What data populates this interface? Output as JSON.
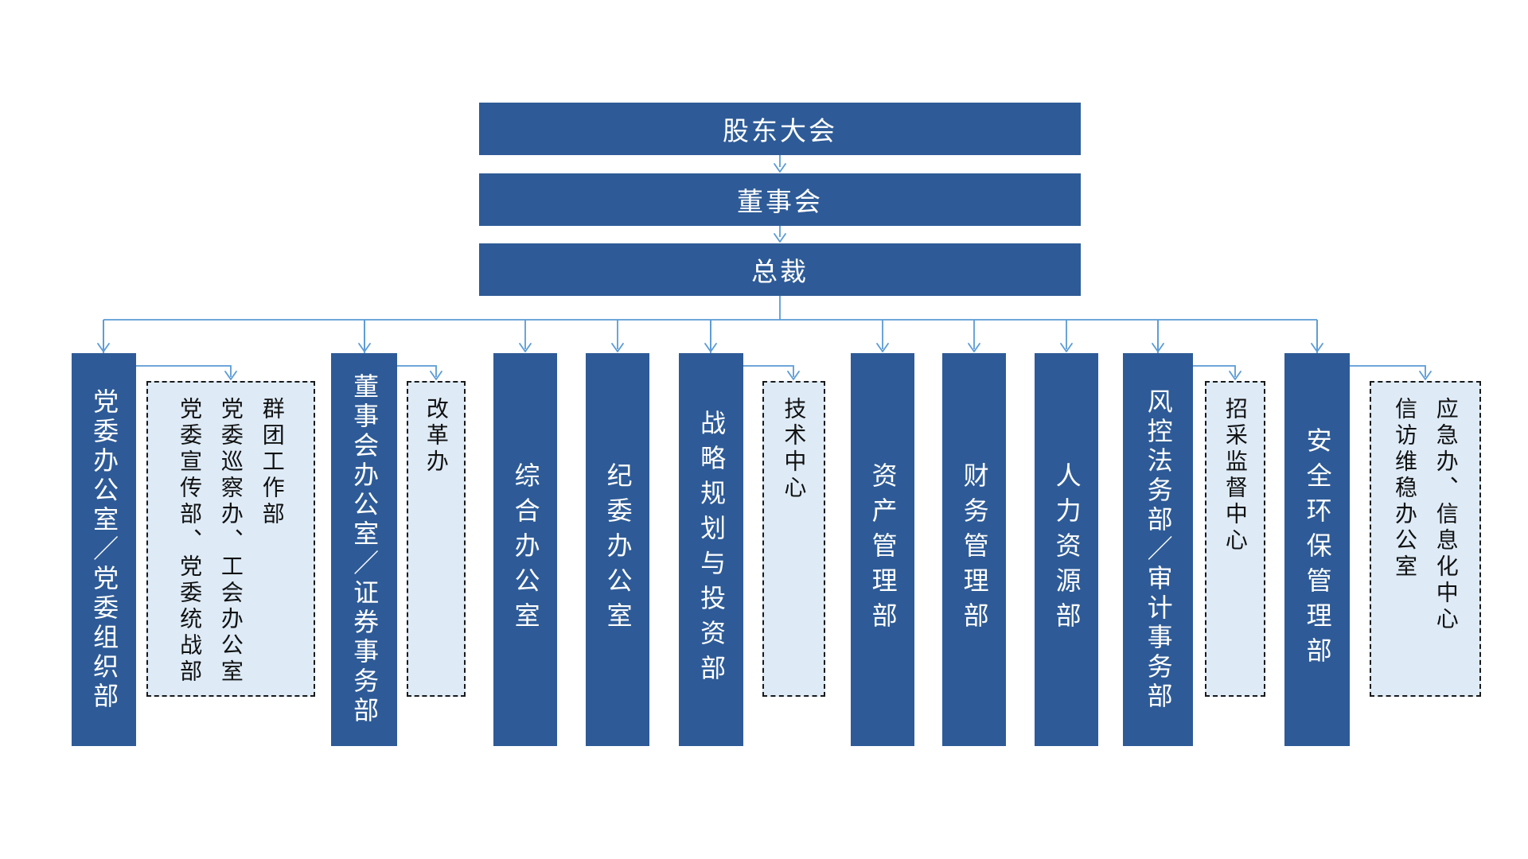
{
  "colors": {
    "solid_fill": "#2E5B97",
    "solid_text": "#FFFFFF",
    "dashed_fill": "#DEEBF7",
    "dashed_border": "#1A1A1A",
    "dashed_text": "#111111",
    "connector": "#5B9BD5"
  },
  "hierarchy": [
    {
      "label": "股东大会"
    },
    {
      "label": "董事会"
    },
    {
      "label": "总裁"
    }
  ],
  "departments": [
    {
      "type": "solid",
      "label": "党委办公室／党委组织部"
    },
    {
      "type": "dashed",
      "lines": [
        "群团工作部",
        "党委巡察办、工会办公室",
        "党委宣传部、党委统战部"
      ]
    },
    {
      "type": "solid",
      "label": "董事会办公室／证券事务部"
    },
    {
      "type": "dashed",
      "label": "改革办"
    },
    {
      "type": "solid",
      "label": "综合办公室"
    },
    {
      "type": "solid",
      "label": "纪委办公室"
    },
    {
      "type": "solid",
      "label": "战略规划与投资部"
    },
    {
      "type": "dashed",
      "label": "技术中心"
    },
    {
      "type": "solid",
      "label": "资产管理部"
    },
    {
      "type": "solid",
      "label": "财务管理部"
    },
    {
      "type": "solid",
      "label": "人力资源部"
    },
    {
      "type": "solid",
      "label": "风控法务部／审计事务部"
    },
    {
      "type": "dashed",
      "label": "招采监督中心"
    },
    {
      "type": "solid",
      "label": "安全环保管理部"
    },
    {
      "type": "dashed",
      "lines": [
        "应急办、信息化中心",
        "信访维稳办公室"
      ]
    }
  ]
}
